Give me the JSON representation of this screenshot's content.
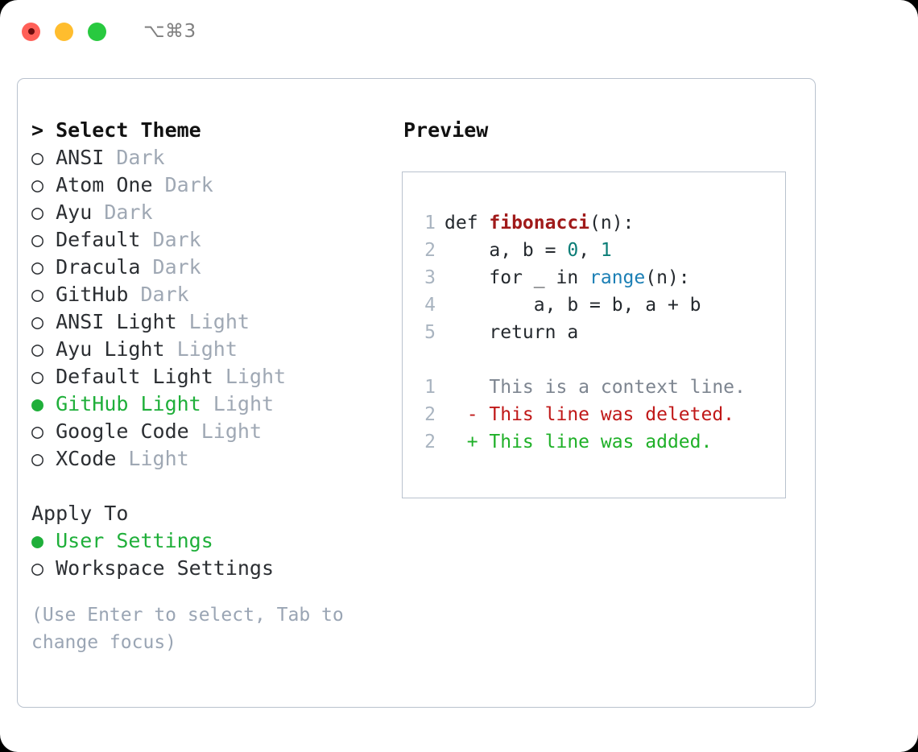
{
  "titlebar": {
    "shortcut": "⌥⌘3",
    "buttons": [
      "close",
      "minimize",
      "maximize"
    ]
  },
  "theme_picker": {
    "heading": "> Select Theme",
    "selected_marker": "●",
    "unselected_marker": "○",
    "accent_color": "#1faf3a",
    "items": [
      {
        "marker": "○",
        "label": "ANSI",
        "tag": "Dark",
        "selected": false
      },
      {
        "marker": "○",
        "label": "Atom One",
        "tag": "Dark",
        "selected": false
      },
      {
        "marker": "○",
        "label": "Ayu",
        "tag": "Dark",
        "selected": false
      },
      {
        "marker": "○",
        "label": "Default",
        "tag": "Dark",
        "selected": false
      },
      {
        "marker": "○",
        "label": "Dracula",
        "tag": "Dark",
        "selected": false
      },
      {
        "marker": "○",
        "label": "GitHub",
        "tag": "Dark",
        "selected": false
      },
      {
        "marker": "○",
        "label": "ANSI Light",
        "tag": "Light",
        "selected": false
      },
      {
        "marker": "○",
        "label": "Ayu Light",
        "tag": "Light",
        "selected": false
      },
      {
        "marker": "○",
        "label": "Default Light",
        "tag": "Light",
        "selected": false
      },
      {
        "marker": "●",
        "label": "GitHub Light",
        "tag": "Light",
        "selected": true
      },
      {
        "marker": "○",
        "label": "Google Code",
        "tag": "Light",
        "selected": false
      },
      {
        "marker": "○",
        "label": "XCode",
        "tag": "Light",
        "selected": false
      }
    ]
  },
  "apply_to": {
    "heading": "Apply To",
    "items": [
      {
        "marker": "●",
        "label": "User Settings",
        "selected": true
      },
      {
        "marker": "○",
        "label": "Workspace Settings",
        "selected": false
      }
    ]
  },
  "hint": "(Use Enter to select, Tab to change focus)",
  "preview": {
    "heading": "Preview",
    "code": [
      {
        "num": "1",
        "indent": "",
        "tokens": [
          {
            "text": "def ",
            "type": "plain"
          },
          {
            "text": "fibonacci",
            "type": "fn"
          },
          {
            "text": "(n):",
            "type": "plain"
          }
        ]
      },
      {
        "num": "2",
        "indent": "    ",
        "tokens": [
          {
            "text": "a, b = ",
            "type": "plain"
          },
          {
            "text": "0",
            "type": "num"
          },
          {
            "text": ", ",
            "type": "plain"
          },
          {
            "text": "1",
            "type": "num"
          }
        ]
      },
      {
        "num": "3",
        "indent": "    ",
        "tokens": [
          {
            "text": "for _ in ",
            "type": "plain"
          },
          {
            "text": "range",
            "type": "call"
          },
          {
            "text": "(n):",
            "type": "plain"
          }
        ]
      },
      {
        "num": "4",
        "indent": "        ",
        "tokens": [
          {
            "text": "a, b = b, a + b",
            "type": "plain"
          }
        ]
      },
      {
        "num": "5",
        "indent": "    ",
        "tokens": [
          {
            "text": "return a",
            "type": "plain"
          }
        ]
      }
    ],
    "diff": [
      {
        "num": "1",
        "sign": " ",
        "text": "This is a context line.",
        "type": "context"
      },
      {
        "num": "2",
        "sign": "-",
        "text": "This line was deleted.",
        "type": "del"
      },
      {
        "num": "2",
        "sign": "+",
        "text": "This line was added.",
        "type": "add"
      }
    ]
  }
}
